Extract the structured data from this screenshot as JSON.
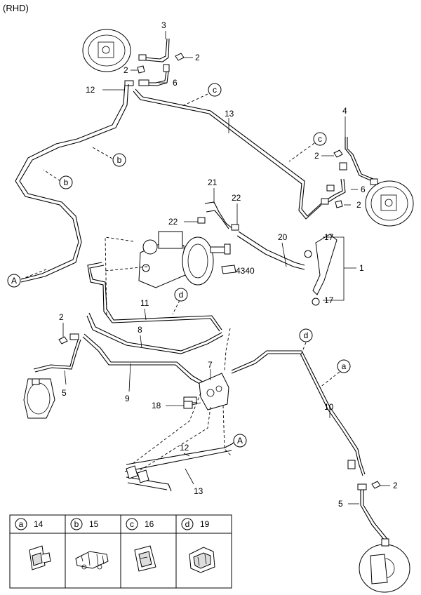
{
  "header": {
    "variant": "(RHD)"
  },
  "callouts": {
    "n1": "1",
    "n2": "2",
    "n3": "3",
    "n4": "4",
    "n5": "5",
    "n6": "6",
    "n7": "7",
    "n8": "8",
    "n9": "9",
    "n10": "10",
    "n11": "11",
    "n12": "12",
    "n13": "13",
    "n17": "17",
    "n18": "18",
    "n20": "20",
    "n21": "21",
    "n22": "22",
    "n4340": "4340"
  },
  "refs": {
    "a": "a",
    "b": "b",
    "c": "c",
    "d": "d",
    "A": "A"
  },
  "legend": {
    "items": [
      {
        "letter": "a",
        "part": "14"
      },
      {
        "letter": "b",
        "part": "15"
      },
      {
        "letter": "c",
        "part": "16"
      },
      {
        "letter": "d",
        "part": "19"
      }
    ]
  }
}
